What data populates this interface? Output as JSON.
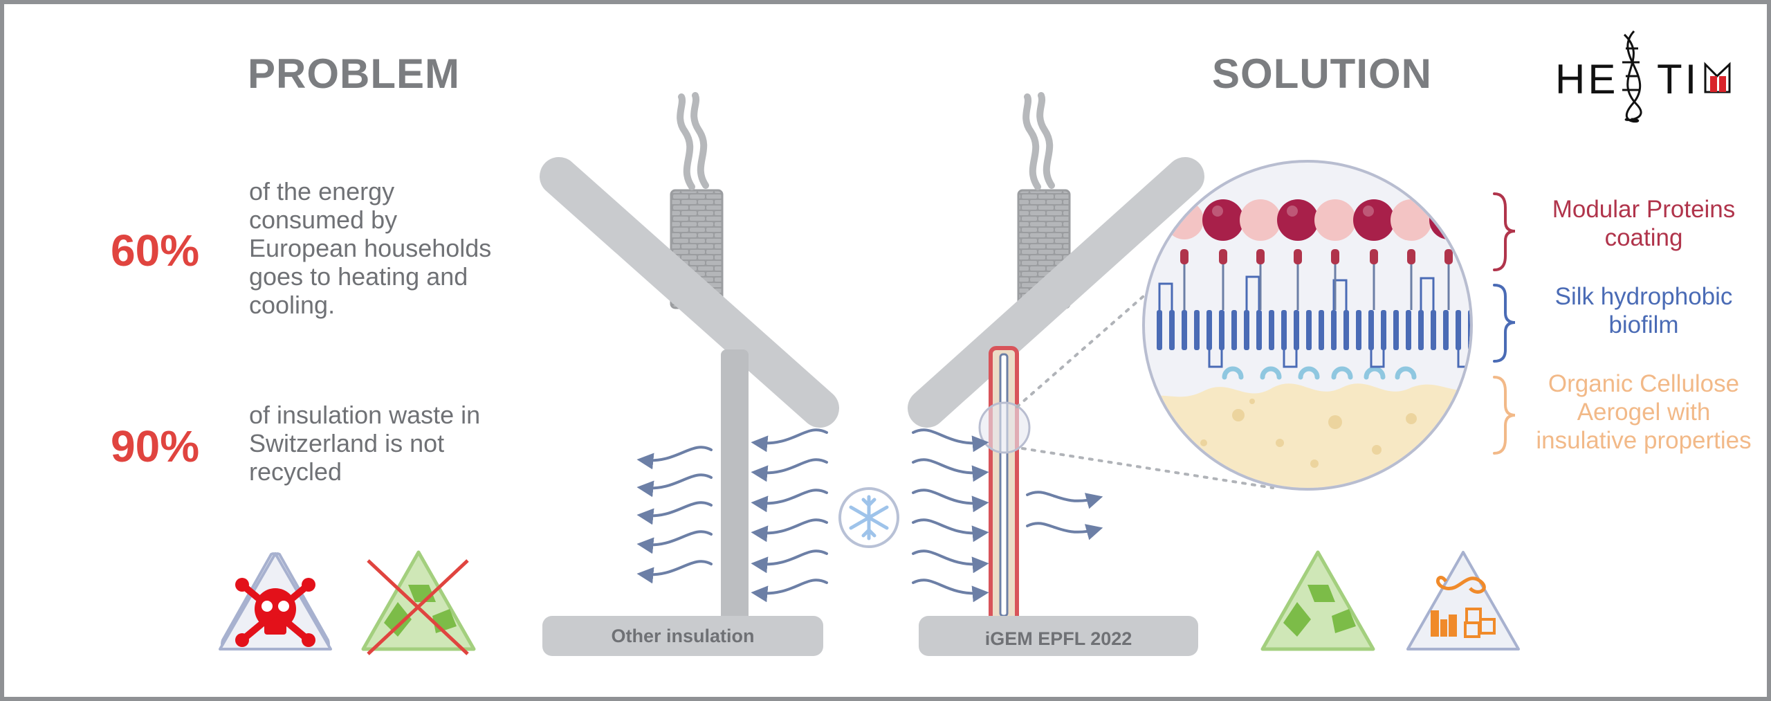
{
  "headings": {
    "problem": "PROBLEM",
    "solution": "SOLUTION"
  },
  "stats": [
    {
      "value": "60%",
      "text": "of the energy\nconsumed by\nEuropean households\ngoes to heating and\ncooling."
    },
    {
      "value": "90%",
      "text": "of insulation waste in\nSwitzerland is not\nrecycled"
    }
  ],
  "walls": {
    "left_label": "Other insulation",
    "right_label": "iGEM EPFL 2022"
  },
  "layers": [
    {
      "label": "Modular Proteins\ncoating",
      "color": "#b0344b"
    },
    {
      "label": "Silk hydrophobic\nbiofilm",
      "color": "#4a6bb5"
    },
    {
      "label": "Organic Cellulose\nAerogel with\ninsulative properties",
      "color": "#f2b988"
    }
  ],
  "logo": {
    "left": "HE",
    "right": "TI"
  },
  "icons": {
    "problem": [
      "toxic-skull-icon",
      "no-recycling-icon"
    ],
    "solution": [
      "recycling-icon",
      "circular-construction-icon"
    ],
    "center": "snowflake-icon"
  },
  "colors": {
    "accent_red": "#e0443f",
    "heading_gray": "#7b7d80",
    "wall_gray": "#c9cbce",
    "airflow_blue": "#6c7fa6"
  }
}
